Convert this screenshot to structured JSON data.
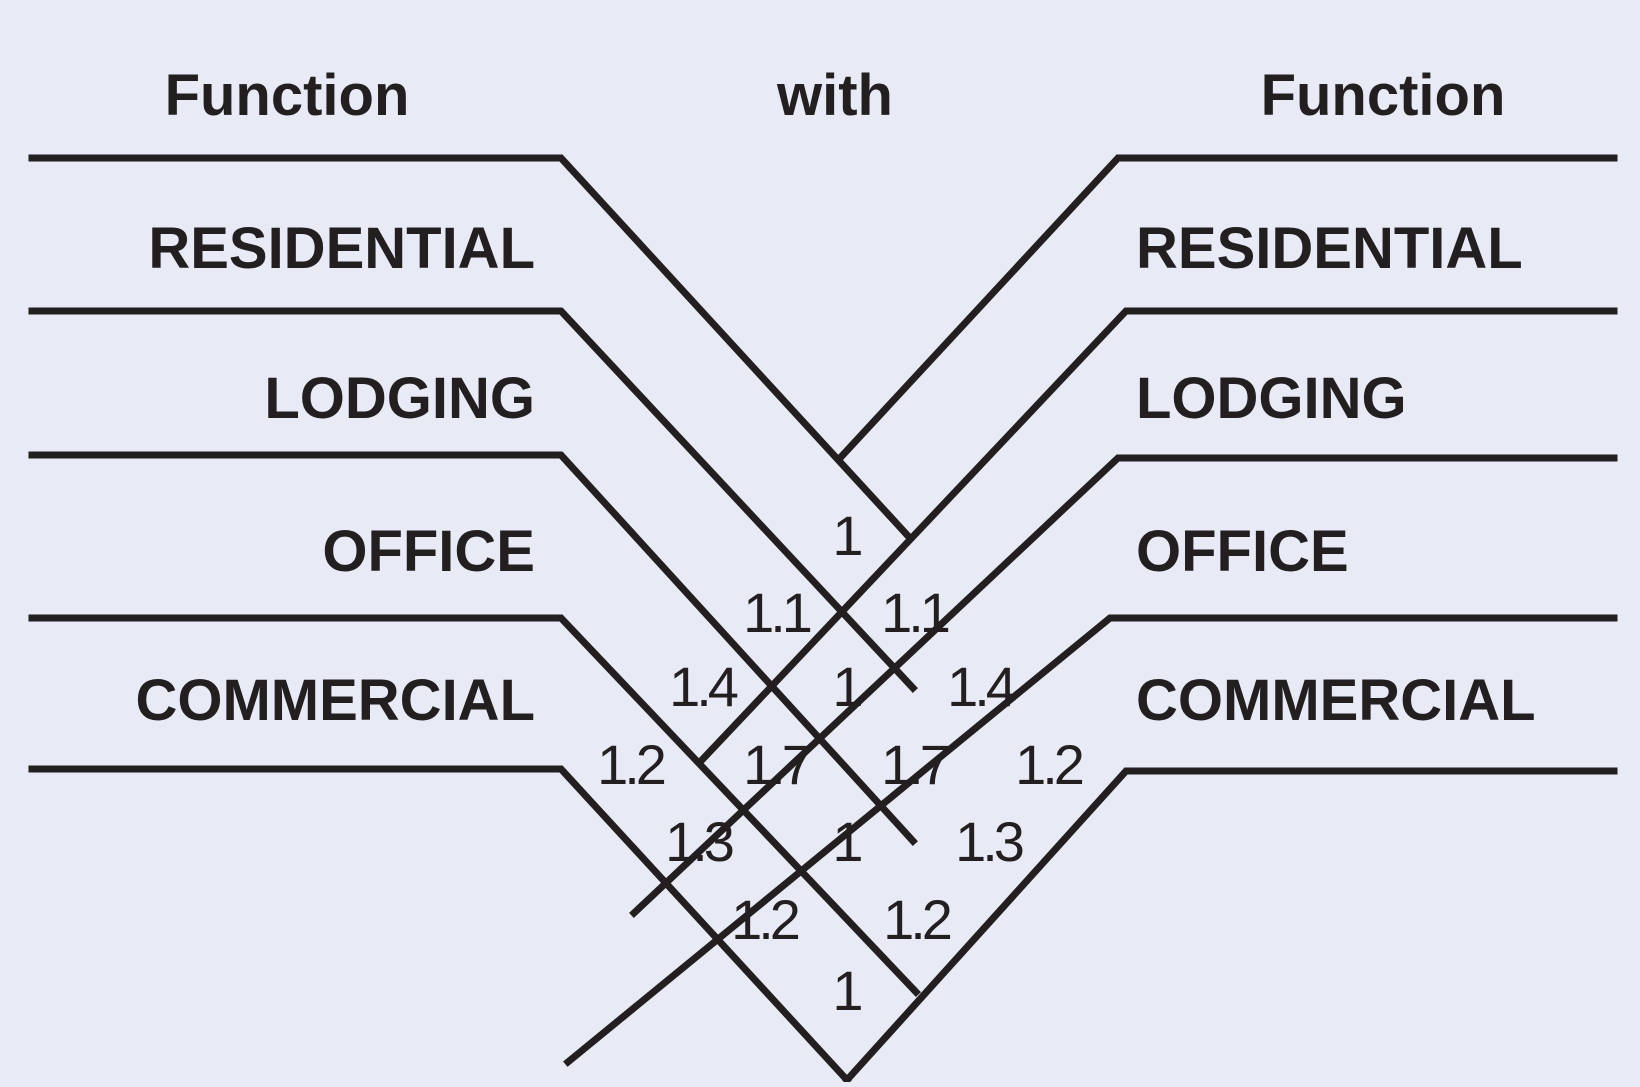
{
  "headings": {
    "left": "Function",
    "center": "with",
    "right": "Function"
  },
  "left_functions": [
    "RESIDENTIAL",
    "LODGING",
    "OFFICE",
    "COMMERCIAL"
  ],
  "right_functions": [
    "RESIDENTIAL",
    "LODGING",
    "OFFICE",
    "COMMERCIAL"
  ],
  "matrix": {
    "rows": [
      "RESIDENTIAL",
      "LODGING",
      "OFFICE",
      "COMMERCIAL"
    ],
    "cols": [
      "RESIDENTIAL",
      "LODGING",
      "OFFICE",
      "COMMERCIAL"
    ],
    "values": [
      [
        1,
        1.1,
        1.4,
        1.2
      ],
      [
        1.1,
        1,
        1.7,
        1.3
      ],
      [
        1.4,
        1.7,
        1,
        1.2
      ],
      [
        1.2,
        1.3,
        1.2,
        1
      ]
    ]
  },
  "value_labels": {
    "res_res": "1",
    "res_lod": "1.1",
    "lod_res": "1.1",
    "res_off": "1.4",
    "lod_lod": "1",
    "off_res": "1.4",
    "res_com": "1.2",
    "lod_off": "1.7",
    "off_lod": "1.7",
    "com_res": "1.2",
    "lod_com": "1.3",
    "off_off": "1",
    "com_lod": "1.3",
    "off_com": "1.2",
    "com_off": "1.2",
    "com_com": "1"
  }
}
